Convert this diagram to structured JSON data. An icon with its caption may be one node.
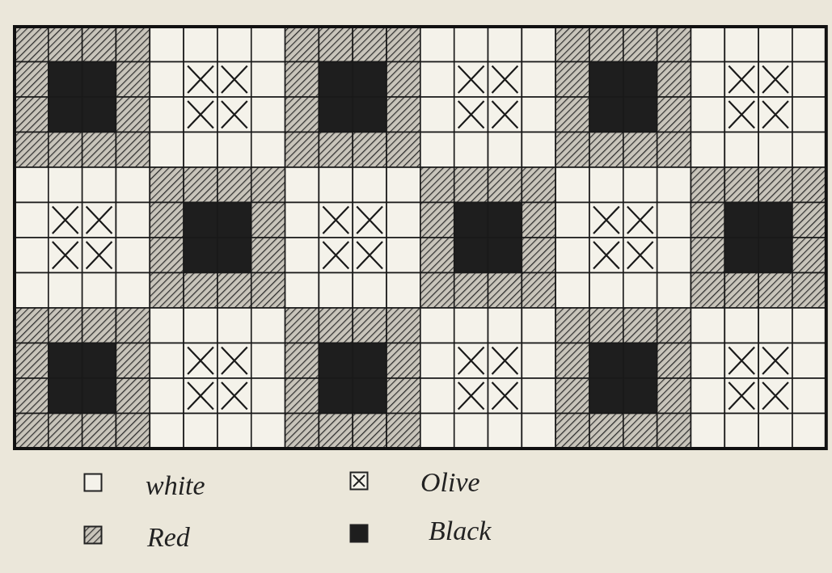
{
  "diagram": {
    "legend": [
      {
        "text": "white"
      },
      {
        "text": "Red"
      },
      {
        "text": "Olive"
      },
      {
        "text": "Black"
      }
    ]
  }
}
